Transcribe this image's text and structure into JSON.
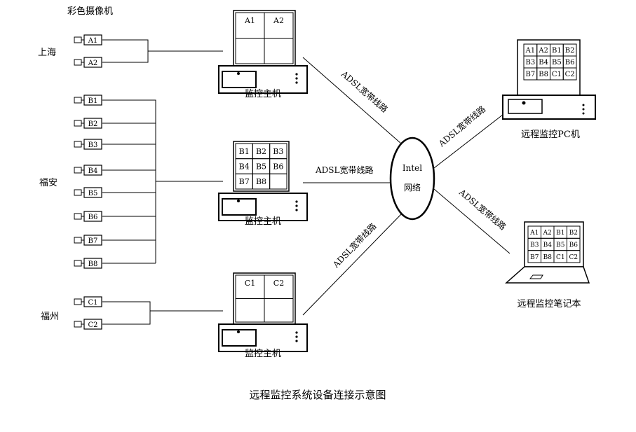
{
  "title": "远程监控系统设备连接示意图",
  "camera_header": "彩色摄像机",
  "sites": {
    "shanghai": "上海",
    "fuan": "福安",
    "fuzhou": "福州"
  },
  "cameras": {
    "shanghai": [
      "A1",
      "A2"
    ],
    "fuan": [
      "B1",
      "B2",
      "B3",
      "B4",
      "B5",
      "B6",
      "B7",
      "B8"
    ],
    "fuzhou": [
      "C1",
      "C2"
    ]
  },
  "hosts": {
    "shanghai": {
      "label": "监控主机",
      "grid": [
        "A1",
        "A2",
        "",
        ""
      ]
    },
    "fuan": {
      "label": "监控主机",
      "grid": [
        "B1",
        "B2",
        "B3",
        "B4",
        "B5",
        "B6",
        "B7",
        "B8",
        ""
      ]
    },
    "fuzhou": {
      "label": "监控主机",
      "grid": [
        "C1",
        "C2",
        "",
        ""
      ]
    }
  },
  "network": {
    "line1": "Intel",
    "line2": "网络"
  },
  "link_label": "ADSL宽带线路",
  "remote_pc": {
    "label": "远程监控PC机",
    "grid": [
      "A1",
      "A2",
      "B1",
      "B2",
      "B3",
      "B4",
      "B5",
      "B6",
      "B7",
      "B8",
      "C1",
      "C2"
    ]
  },
  "remote_laptop": {
    "label": "远程监控笔记本",
    "grid": [
      "A1",
      "A2",
      "B1",
      "B2",
      "B3",
      "B4",
      "B5",
      "B6",
      "B7",
      "B8",
      "C1",
      "C2"
    ]
  }
}
